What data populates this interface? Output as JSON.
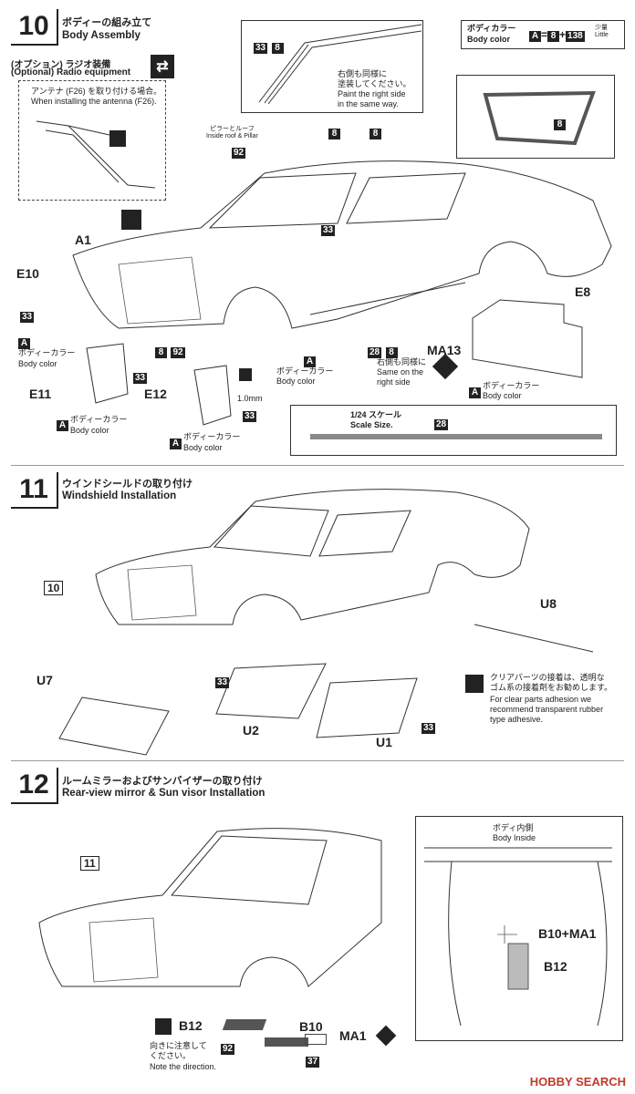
{
  "step10": {
    "number": "10",
    "title_jp": "ボディーの組み立て",
    "title_en": "Body Assembly",
    "radio_jp": "(オプション) ラジオ装備",
    "radio_en": "(Optional) Radio equipment",
    "antenna_jp": "アンテナ (F26) を取り付ける場合。",
    "antenna_en": "When installing the antenna (F26).",
    "right_jp": "右側も同様に\n塗装してください。",
    "right_en": "Paint the right side\nin the same way.",
    "color_jp": "ボディカラー",
    "color_en": "Body color",
    "color_formula_a": "A",
    "color_formula_eq": "=",
    "color_formula_8": "8",
    "color_formula_plus": "+",
    "color_formula_138": "138",
    "color_formula_small_jp": "少量",
    "color_formula_small_en": "Little",
    "pillar_jp": "ピラーとルーフ",
    "pillar_en": "Inside roof & Pillar",
    "tag_92": "92",
    "tag_8": "8",
    "tag_33": "33",
    "tag_28": "28",
    "tag_a": "A",
    "part_a1": "A1",
    "part_e10": "E10",
    "part_e11": "E11",
    "part_e12": "E12",
    "part_e8": "E8",
    "part_ma13": "MA13",
    "body_color_jp": "ボディーカラー",
    "body_color_en": "Body color",
    "drill": "1.0mm",
    "same_right_jp": "右側も同様に",
    "same_right_en1": "Same on the",
    "same_right_en2": "right side",
    "scale_jp": "1/24 スケール",
    "scale_en": "Scale Size."
  },
  "step11": {
    "number": "11",
    "title_jp": "ウインドシールドの取り付け",
    "title_en": "Windshield Installation",
    "ref": "10",
    "part_u7": "U7",
    "part_u2": "U2",
    "part_u1": "U1",
    "part_u8": "U8",
    "tag_33": "33",
    "note_jp": "クリアパーツの接着は、透明な\nゴム系の接着剤をお勧めします。",
    "note_en": "For clear parts adhesion we\nrecommend transparent rubber\ntype adhesive."
  },
  "step12": {
    "number": "12",
    "title_jp": "ルームミラーおよびサンバイザーの取り付け",
    "title_en": "Rear-view mirror & Sun visor Installation",
    "ref": "11",
    "part_b12": "B12",
    "part_b10": "B10",
    "part_ma1": "MA1",
    "tag_92": "92",
    "tag_37": "37",
    "dir_jp": "向きに注意して\nください。",
    "dir_en": "Note the direction.",
    "inside_jp": "ボディ内側",
    "inside_en": "Body Inside",
    "inside_combo": "B10+MA1",
    "inside_b12": "B12"
  },
  "watermark": "HOBBY SEARCH",
  "colors": {
    "ink": "#222222",
    "paper": "#ffffff",
    "watermark": "#c0392b"
  }
}
